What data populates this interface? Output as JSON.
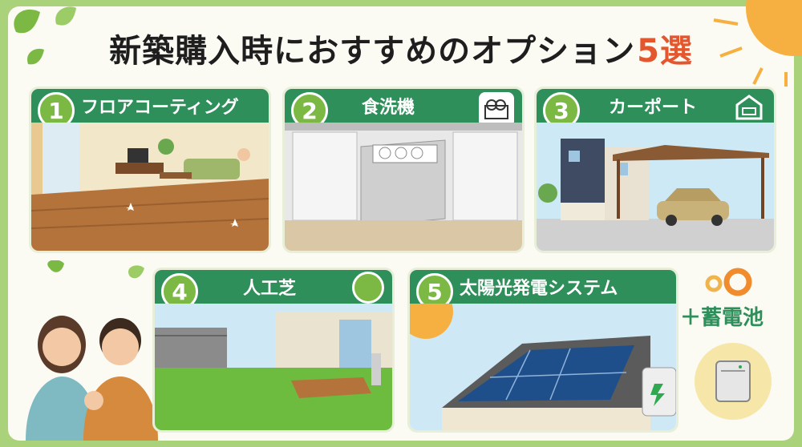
{
  "title": {
    "main": "新築購入時におすすめのオプション",
    "accent": "5選"
  },
  "options": [
    {
      "number": "1",
      "label": "フロアコーティング",
      "icon": "sparkle-icon"
    },
    {
      "number": "2",
      "label": "食洗機",
      "icon": "dish-rack-icon"
    },
    {
      "number": "3",
      "label": "カーポート",
      "icon": "garage-icon"
    },
    {
      "number": "4",
      "label": "人工芝",
      "icon": "turf-icon"
    },
    {
      "number": "5",
      "label": "太陽光発電システム",
      "icon": "solar-panel-icon"
    }
  ],
  "extra": {
    "label": "＋蓄電池",
    "icon": "battery-icon"
  },
  "colors": {
    "header": "#2f8f5b",
    "badge": "#7cb944",
    "frame": "#a9d27b",
    "accent": "#e4572e"
  }
}
